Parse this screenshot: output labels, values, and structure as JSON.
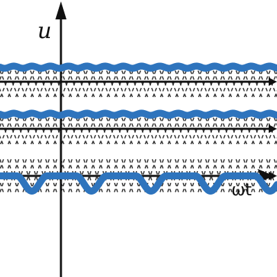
{
  "labels": {
    "vertical_axis": "u",
    "horizontal_axis": "ωt"
  },
  "colors": {
    "axis": "#111111",
    "wave": "#2e74bd",
    "hatch": "#111111",
    "background": "#ffffff"
  },
  "bands": [
    {
      "name": "band-top",
      "signal": "smoothed-top"
    },
    {
      "name": "band-middle",
      "signal": "smoothed-middle"
    },
    {
      "name": "band-bottom",
      "signal": "wavy"
    }
  ]
}
